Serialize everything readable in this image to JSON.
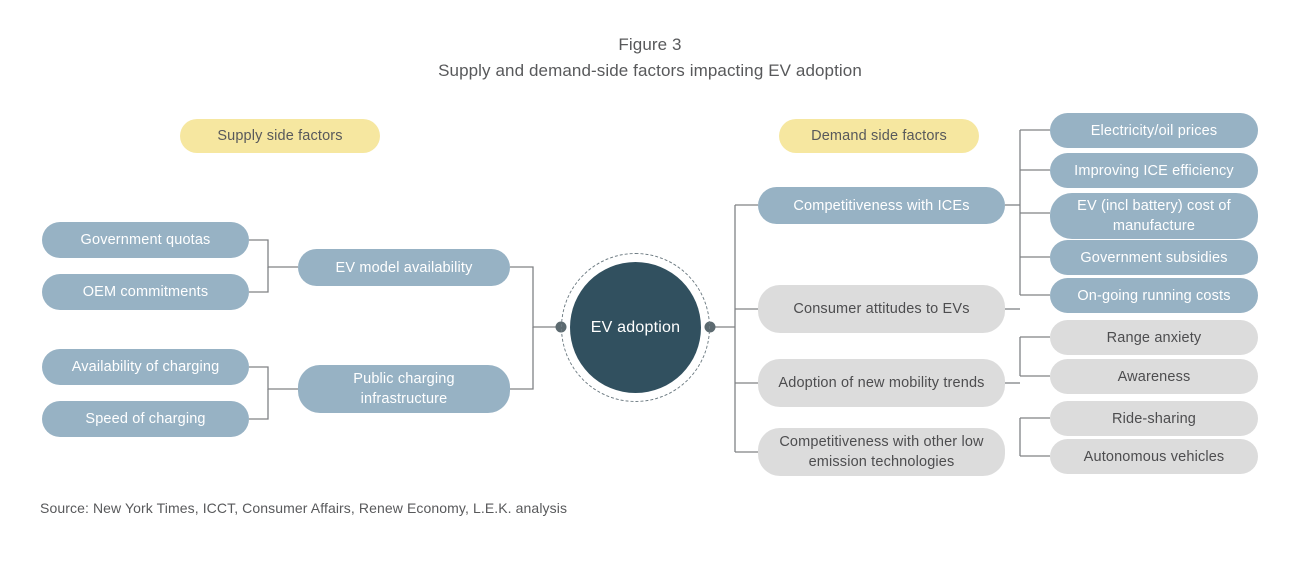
{
  "figure": {
    "label": "Figure 3",
    "title": "Supply and demand-side factors impacting EV adoption",
    "source": "Source: New York Times, ICCT, Consumer Affairs, Renew Economy, L.E.K. analysis"
  },
  "colors": {
    "blue": "#97b2c4",
    "grey": "#dcdcdc",
    "yellow": "#f6e7a0",
    "hub": "#31505f",
    "text_dark": "#58595b",
    "text_light": "#ffffff",
    "connector": "#808285"
  },
  "headers": {
    "supply": "Supply side factors",
    "demand": "Demand side factors"
  },
  "hub": {
    "label": "EV adoption"
  },
  "supply": {
    "leaves_group1": [
      {
        "label": "Government quotas"
      },
      {
        "label": "OEM commitments"
      }
    ],
    "leaves_group2": [
      {
        "label": "Availability of charging"
      },
      {
        "label": "Speed of charging"
      }
    ],
    "branches": [
      {
        "label": "EV model availability"
      },
      {
        "label": "Public charging infrastructure"
      }
    ]
  },
  "demand": {
    "branches": [
      {
        "label": "Competitiveness with ICEs",
        "style": "blue"
      },
      {
        "label": "Consumer attitudes to EVs",
        "style": "grey"
      },
      {
        "label": "Adoption of new mobility trends",
        "style": "grey"
      },
      {
        "label": "Competitiveness with other low emission technologies",
        "style": "grey"
      }
    ],
    "leaves_ices": [
      {
        "label": "Electricity/oil prices"
      },
      {
        "label": "Improving ICE efficiency"
      },
      {
        "label": "EV (incl battery) cost of manufacture"
      },
      {
        "label": "Government subsidies"
      },
      {
        "label": "On-going running costs"
      }
    ],
    "leaves_attitudes": [
      {
        "label": "Range anxiety"
      },
      {
        "label": "Awareness"
      }
    ],
    "leaves_mobility": [
      {
        "label": "Ride-sharing"
      },
      {
        "label": "Autonomous vehicles"
      }
    ]
  },
  "chart_data": {
    "type": "diagram",
    "title": "Supply and demand-side factors impacting EV adoption",
    "center": "EV adoption",
    "sides": [
      {
        "name": "Supply side factors",
        "branches": [
          {
            "name": "EV model availability",
            "children": [
              "Government quotas",
              "OEM commitments"
            ]
          },
          {
            "name": "Public charging infrastructure",
            "children": [
              "Availability of charging",
              "Speed of charging"
            ]
          }
        ]
      },
      {
        "name": "Demand side factors",
        "branches": [
          {
            "name": "Competitiveness with ICEs",
            "children": [
              "Electricity/oil prices",
              "Improving ICE efficiency",
              "EV (incl battery) cost of manufacture",
              "Government subsidies",
              "On-going running costs"
            ]
          },
          {
            "name": "Consumer attitudes to EVs",
            "children": [
              "Range anxiety",
              "Awareness"
            ]
          },
          {
            "name": "Adoption of new mobility trends",
            "children": [
              "Ride-sharing",
              "Autonomous vehicles"
            ]
          },
          {
            "name": "Competitiveness with other low emission technologies",
            "children": []
          }
        ]
      }
    ]
  }
}
